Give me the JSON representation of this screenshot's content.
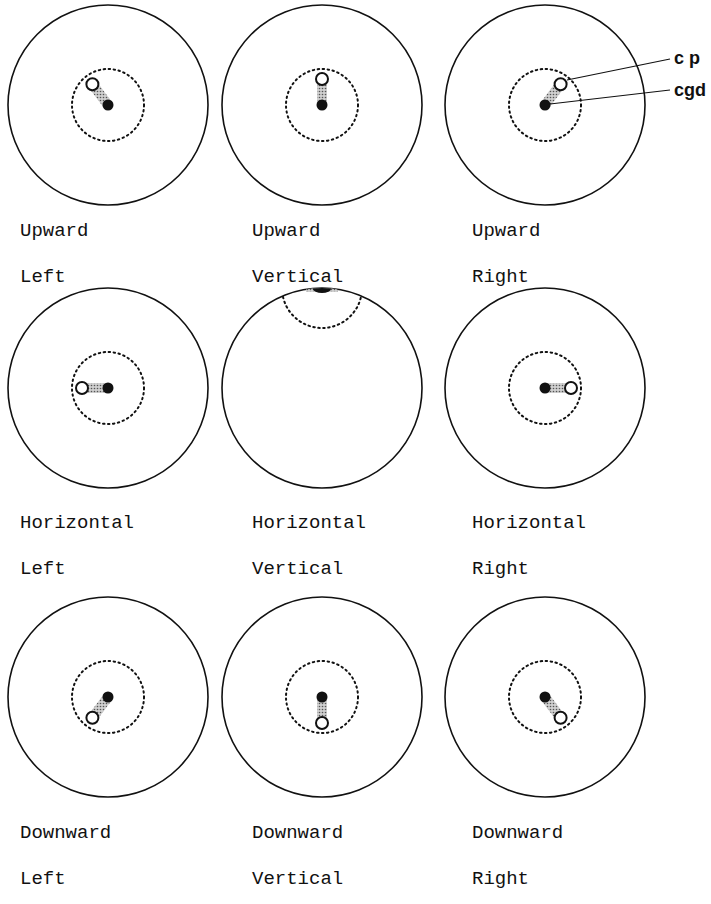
{
  "diagram": {
    "labels": [
      "c p",
      "cgd",
      "Upward",
      "Upward",
      "Upward",
      "Left",
      "Vertical",
      "Right",
      "Horizontal",
      "Horizontal",
      "Horizontal",
      "Left",
      "Vertical",
      "Right",
      "Downward",
      "Downward",
      "Downward",
      "Left",
      "Vertical",
      "Right"
    ]
  }
}
